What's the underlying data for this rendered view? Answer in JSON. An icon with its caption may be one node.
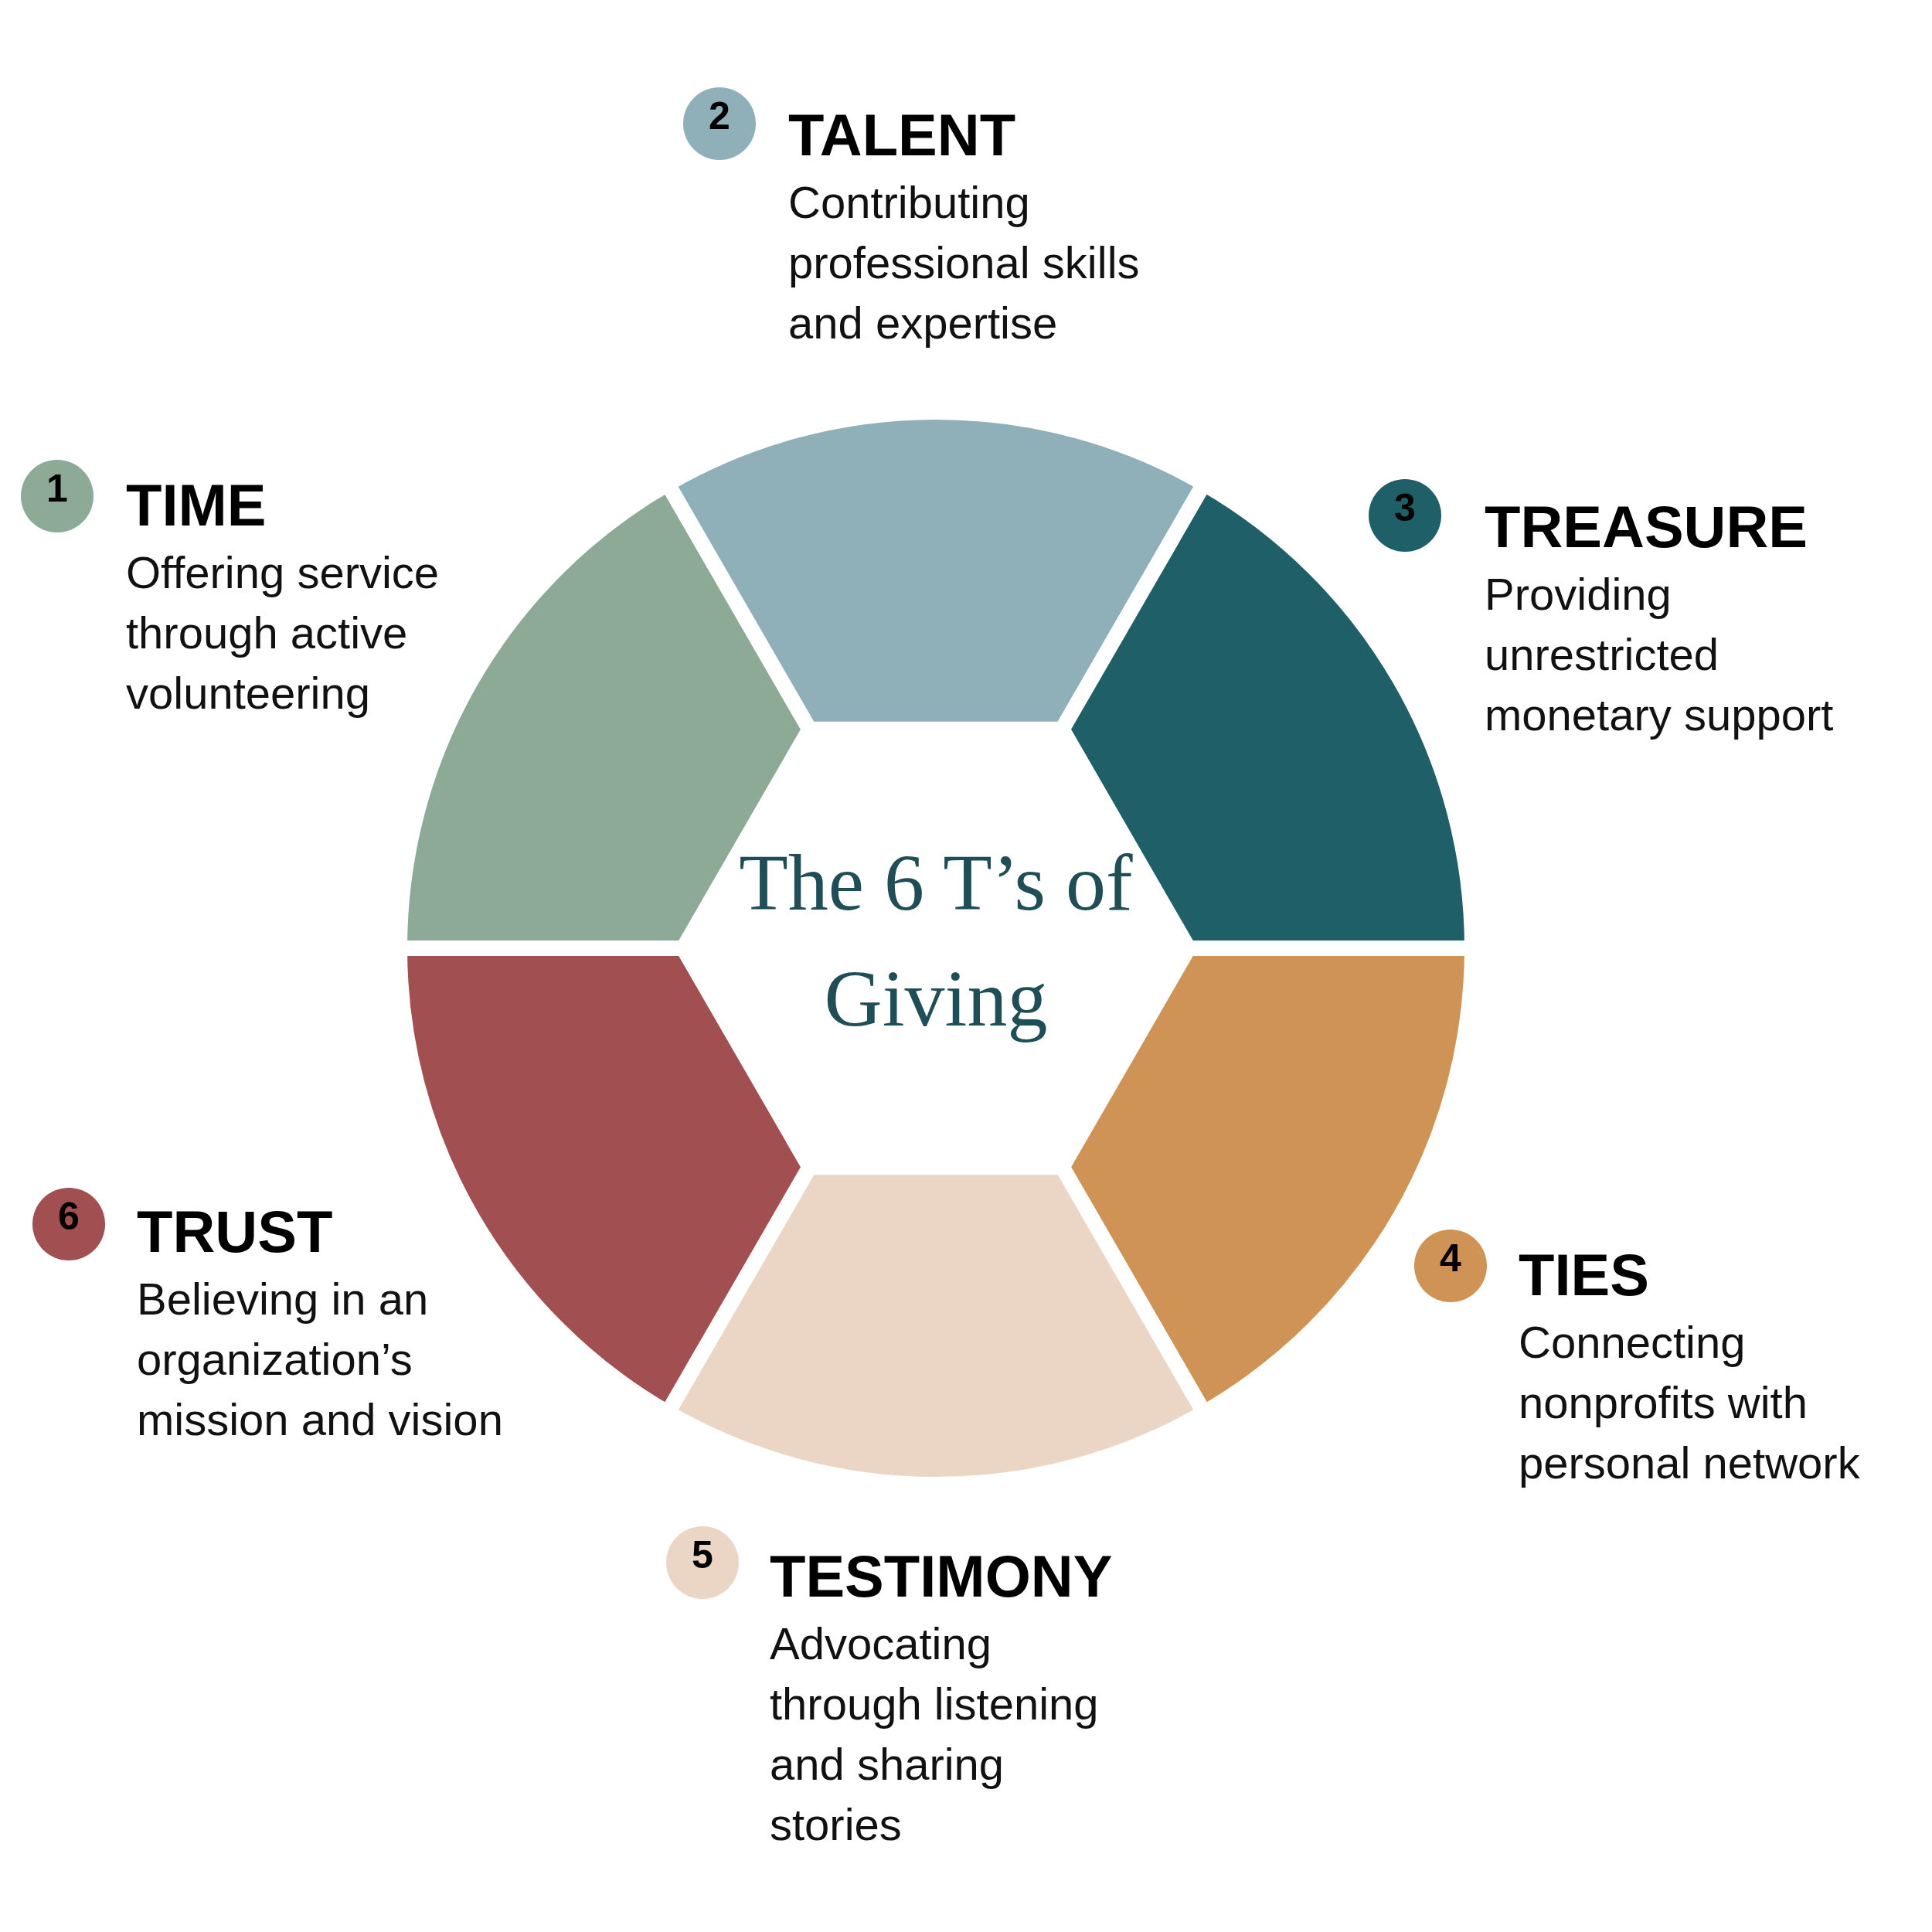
{
  "diagram": {
    "title": "The 6 T’s of Giving",
    "nodes": [
      {
        "text": [
          "1"
        ],
        "beside": [
          "TIME",
          "Offering service through active volunteering"
        ]
      },
      {
        "text": [
          "2"
        ],
        "beside": [
          "TALENT",
          "Contributing professional skills and expertise"
        ]
      },
      {
        "text": [
          "3"
        ],
        "beside": [
          "TREASURE",
          "Providing unrestricted monetary support"
        ]
      },
      {
        "text": [
          "4"
        ],
        "beside": [
          "TIES",
          "Connecting nonprofits with personal network"
        ]
      },
      {
        "text": [
          "5"
        ],
        "beside": [
          "TESTIMONY",
          "Advocating through listening and sharing stories"
        ]
      },
      {
        "text": [
          "6"
        ],
        "beside": [
          "TRUST",
          "Believing in an organization’s mission and vision"
        ]
      }
    ]
  }
}
